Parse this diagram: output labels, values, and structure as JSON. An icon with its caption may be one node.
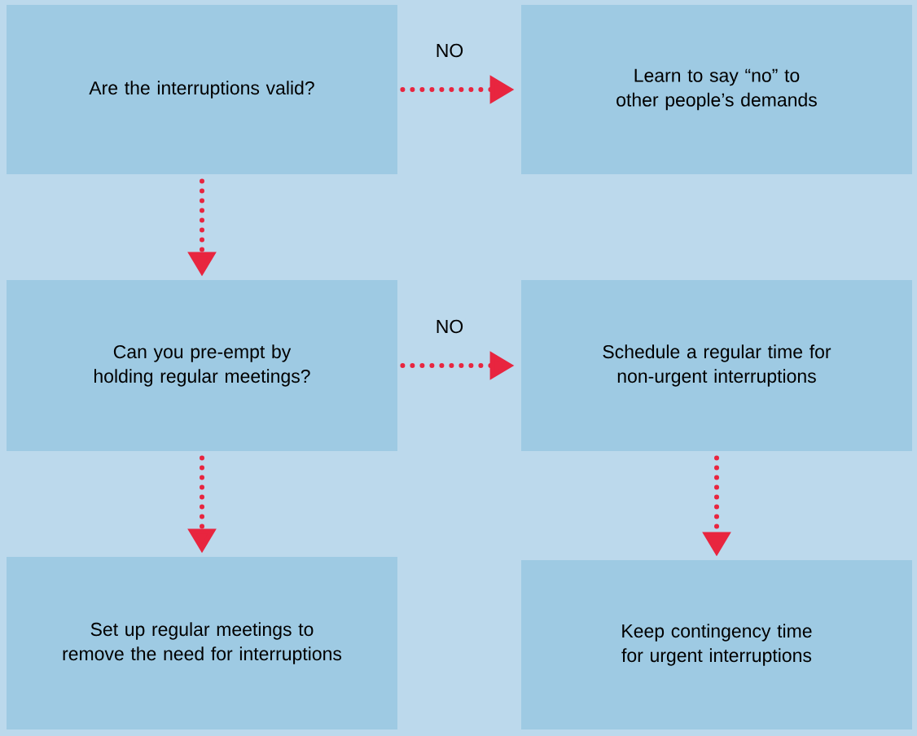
{
  "diagram": {
    "nodes": [
      {
        "text": [
          "Are the interruptions valid?"
        ]
      },
      {
        "text": [
          "Learn to say “no” to other people’s demands"
        ]
      },
      {
        "text": [
          "Can you pre-empt by holding regular meetings?"
        ]
      },
      {
        "text": [
          "Schedule a regular time for non-urgent interruptions"
        ]
      },
      {
        "text": [
          "Set up regular meetings to remove the need for interruptions"
        ]
      },
      {
        "text": [
          "Keep contingency time for urgent interruptions"
        ]
      }
    ],
    "edges": [
      {
        "from": 0,
        "to": 1,
        "arrow": "to",
        "label": "NO"
      },
      {
        "from": 0,
        "to": 2,
        "arrow": "to"
      },
      {
        "from": 2,
        "to": 3,
        "arrow": "to",
        "label": "NO"
      },
      {
        "from": 2,
        "to": 4,
        "arrow": "to"
      },
      {
        "from": 3,
        "to": 5,
        "arrow": "to"
      }
    ]
  }
}
